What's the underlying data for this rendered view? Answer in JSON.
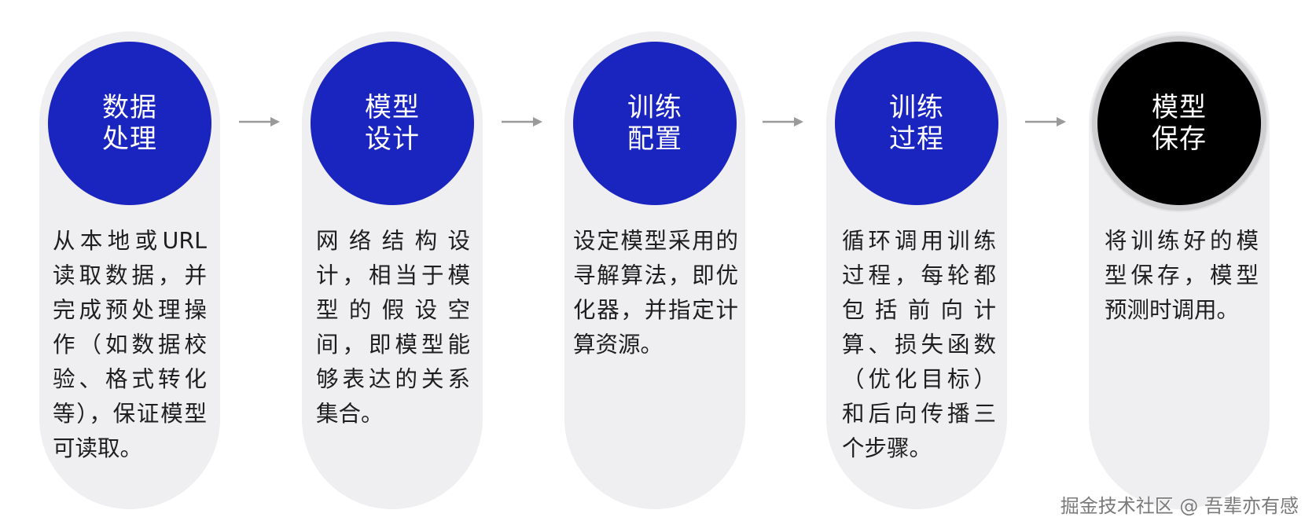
{
  "steps": [
    {
      "title": "数据处理",
      "description": "从本地或URL读取数据，并完成预处理操作（如数据校验、格式转化等），保证模型可读取。"
    },
    {
      "title": "模型设计",
      "description": "网络结构设计，相当于模型的假设空间，即模型能够表达的关系集合。"
    },
    {
      "title": "训练配置",
      "description": "设定模型采用的寻解算法，即优化器，并指定计算资源。"
    },
    {
      "title": "训练过程",
      "description": "循环调用训练过程，每轮都包括前向计算、损失函数（优化目标）和后向传播三个步骤。"
    },
    {
      "title": "模型保存",
      "description": "将训练好的模型保存，模型预测时调用。"
    }
  ],
  "watermark": "掘金技术社区 @ 吾辈亦有感",
  "colors": {
    "step_circle": "#1a24bf",
    "final_step_circle": "#000000",
    "pill_background": "#efeff1",
    "arrow": "#9a9a9a"
  }
}
